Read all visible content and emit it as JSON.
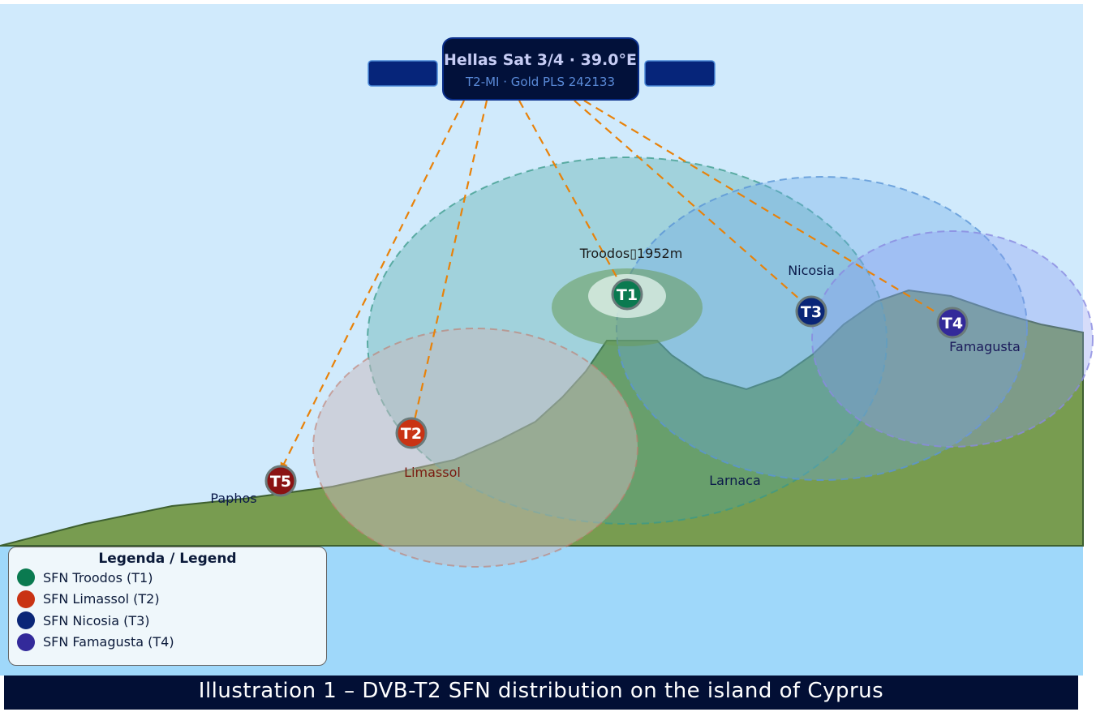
{
  "satellite": {
    "name": "Hellas Sat 3/4 · 39.0°E",
    "subtitle": "T2-MI · Gold PLS 242133"
  },
  "sites": [
    {
      "id": "T1",
      "name": "Troodos",
      "label": "Troodos▯1952m",
      "color": "#0a7a50"
    },
    {
      "id": "T2",
      "name": "Limassol",
      "label": "Limassol",
      "color": "#c93314"
    },
    {
      "id": "T3",
      "name": "Nicosia",
      "label": "Nicosia",
      "color": "#0a2677"
    },
    {
      "id": "T4",
      "name": "Famagusta",
      "label": "Famagusta",
      "color": "#332a9a"
    },
    {
      "id": "T5",
      "name": "Paphos",
      "label": "Paphos",
      "color": "#8a1212"
    }
  ],
  "places": {
    "larnaca": "Larnaca"
  },
  "legend": {
    "title": "Legenda / Legend",
    "items": [
      {
        "label": "SFN Troodos (T1)",
        "color": "#0a7a50"
      },
      {
        "label": "SFN Limassol (T2)",
        "color": "#c93314"
      },
      {
        "label": "SFN Nicosia (T3)",
        "color": "#0a2677"
      },
      {
        "label": "SFN Famagusta (T4)",
        "color": "#332a9a"
      }
    ]
  },
  "caption": "Illustration 1 – DVB-T2 SFN distribution on the island of Cyprus",
  "colors": {
    "sky": "#d0eafc",
    "sea": "#9fd8fa",
    "land": "#789c50",
    "link": "#e8820a",
    "sat_body": "#02113a",
    "panel": "#06257a"
  }
}
